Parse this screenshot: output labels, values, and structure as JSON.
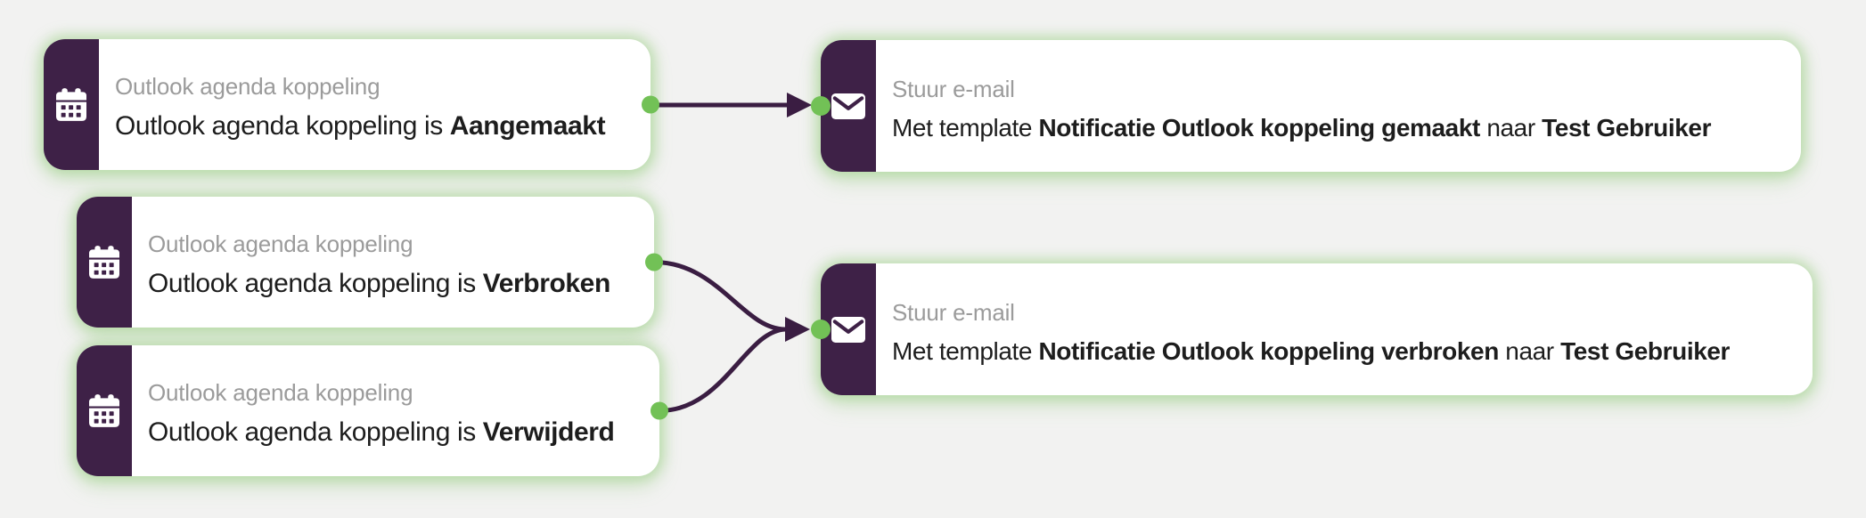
{
  "canvas": {
    "background": "#f2f2f1",
    "type_label": "workflow-automation-canvas"
  },
  "colors": {
    "node_sidebar_purple": "#3e2147",
    "connector_purple": "#3a1d42",
    "port_green": "#72c156",
    "card_glow_green": "#94cd7c",
    "title_gray": "#9b9b9b",
    "body_text": "#1d1d1d",
    "card_white": "#ffffff"
  },
  "nodes": [
    {
      "id": "trigger-aangemaakt",
      "kind": "trigger",
      "icon": "calendar-icon",
      "title": "Outlook agenda koppeling",
      "body_pre": "Outlook agenda koppeling is ",
      "body_bold": "Aangemaakt"
    },
    {
      "id": "trigger-verbroken",
      "kind": "trigger",
      "icon": "calendar-icon",
      "title": "Outlook agenda koppeling",
      "body_pre": "Outlook agenda koppeling is ",
      "body_bold": "Verbroken"
    },
    {
      "id": "trigger-verwijderd",
      "kind": "trigger",
      "icon": "calendar-icon",
      "title": "Outlook agenda koppeling",
      "body_pre": "Outlook agenda koppeling is ",
      "body_bold": "Verwijderd"
    },
    {
      "id": "action-email-gemaakt",
      "kind": "action",
      "icon": "envelope-icon",
      "title": "Stuur e-mail",
      "body_pre": "Met template ",
      "body_bold": "Notificatie Outlook koppeling gemaakt",
      "body_mid": " naar ",
      "body_bold2": "Test Gebruiker"
    },
    {
      "id": "action-email-verbroken",
      "kind": "action",
      "icon": "envelope-icon",
      "title": "Stuur e-mail",
      "body_pre": "Met template ",
      "body_bold": "Notificatie Outlook koppeling verbroken",
      "body_mid": " naar ",
      "body_bold2": "Test Gebruiker"
    }
  ],
  "connections": [
    {
      "from": "trigger-aangemaakt",
      "to": "action-email-gemaakt"
    },
    {
      "from": "trigger-verbroken",
      "to": "action-email-verbroken"
    },
    {
      "from": "trigger-verwijderd",
      "to": "action-email-verbroken"
    }
  ]
}
